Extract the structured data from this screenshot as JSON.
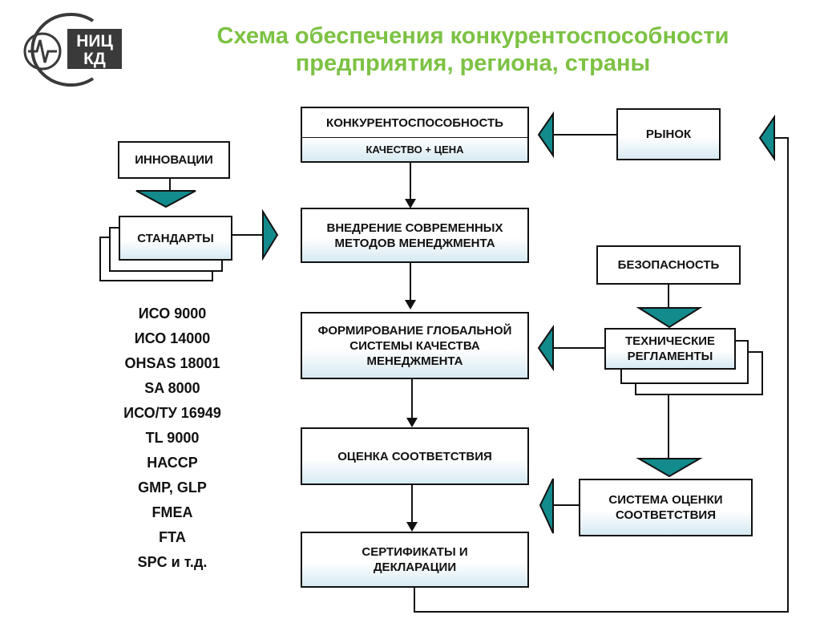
{
  "title": {
    "line1": "Схема обеспечения конкурентоспособности",
    "line2": "предприятия, региона, страны"
  },
  "logo": {
    "text_line1": "НИЦ",
    "text_line2": "КД",
    "icon": "waveform-icon"
  },
  "boxes": {
    "competitiveness": "КОНКУРЕНТОСПОСОБНОСТЬ",
    "quality_price": "КАЧЕСТВО + ЦЕНА",
    "market": "РЫНОК",
    "innovations": "ИННОВАЦИИ",
    "standards": "СТАНДАРТЫ",
    "management_methods": "ВНЕДРЕНИЕ СОВРЕМЕННЫХ МЕТОДОВ МЕНЕДЖМЕНТА",
    "safety": "БЕЗОПАСНОСТЬ",
    "global_qms": "ФОРМИРОВАНИЕ ГЛОБАЛЬНОЙ СИСТЕМЫ КАЧЕСТВА МЕНЕДЖМЕНТА",
    "tech_regulations": "ТЕХНИЧЕСКИЕ РЕГЛАМЕНТЫ",
    "conformity_assessment": "ОЦЕНКА СООТВЕТСТВИЯ",
    "conformity_system": "СИСТЕМА ОЦЕНКИ СООТВЕТСТВИЯ",
    "certificates": "СЕРТИФИКАТЫ И ДЕКЛАРАЦИИ"
  },
  "standards_list": [
    "ИСО 9000",
    "ИСО 14000",
    "OHSAS 18001",
    "SA 8000",
    "ИСО/ТУ 16949",
    "TL 9000",
    "НАССР",
    "GMP, GLP",
    "FMEA",
    "FTA",
    "SPC и т.д."
  ],
  "colors": {
    "title": "#7cc243",
    "arrowhead": "#138a8c",
    "box_gradient_bottom": "#d7eaf2",
    "logo": "#3a3a3a"
  }
}
